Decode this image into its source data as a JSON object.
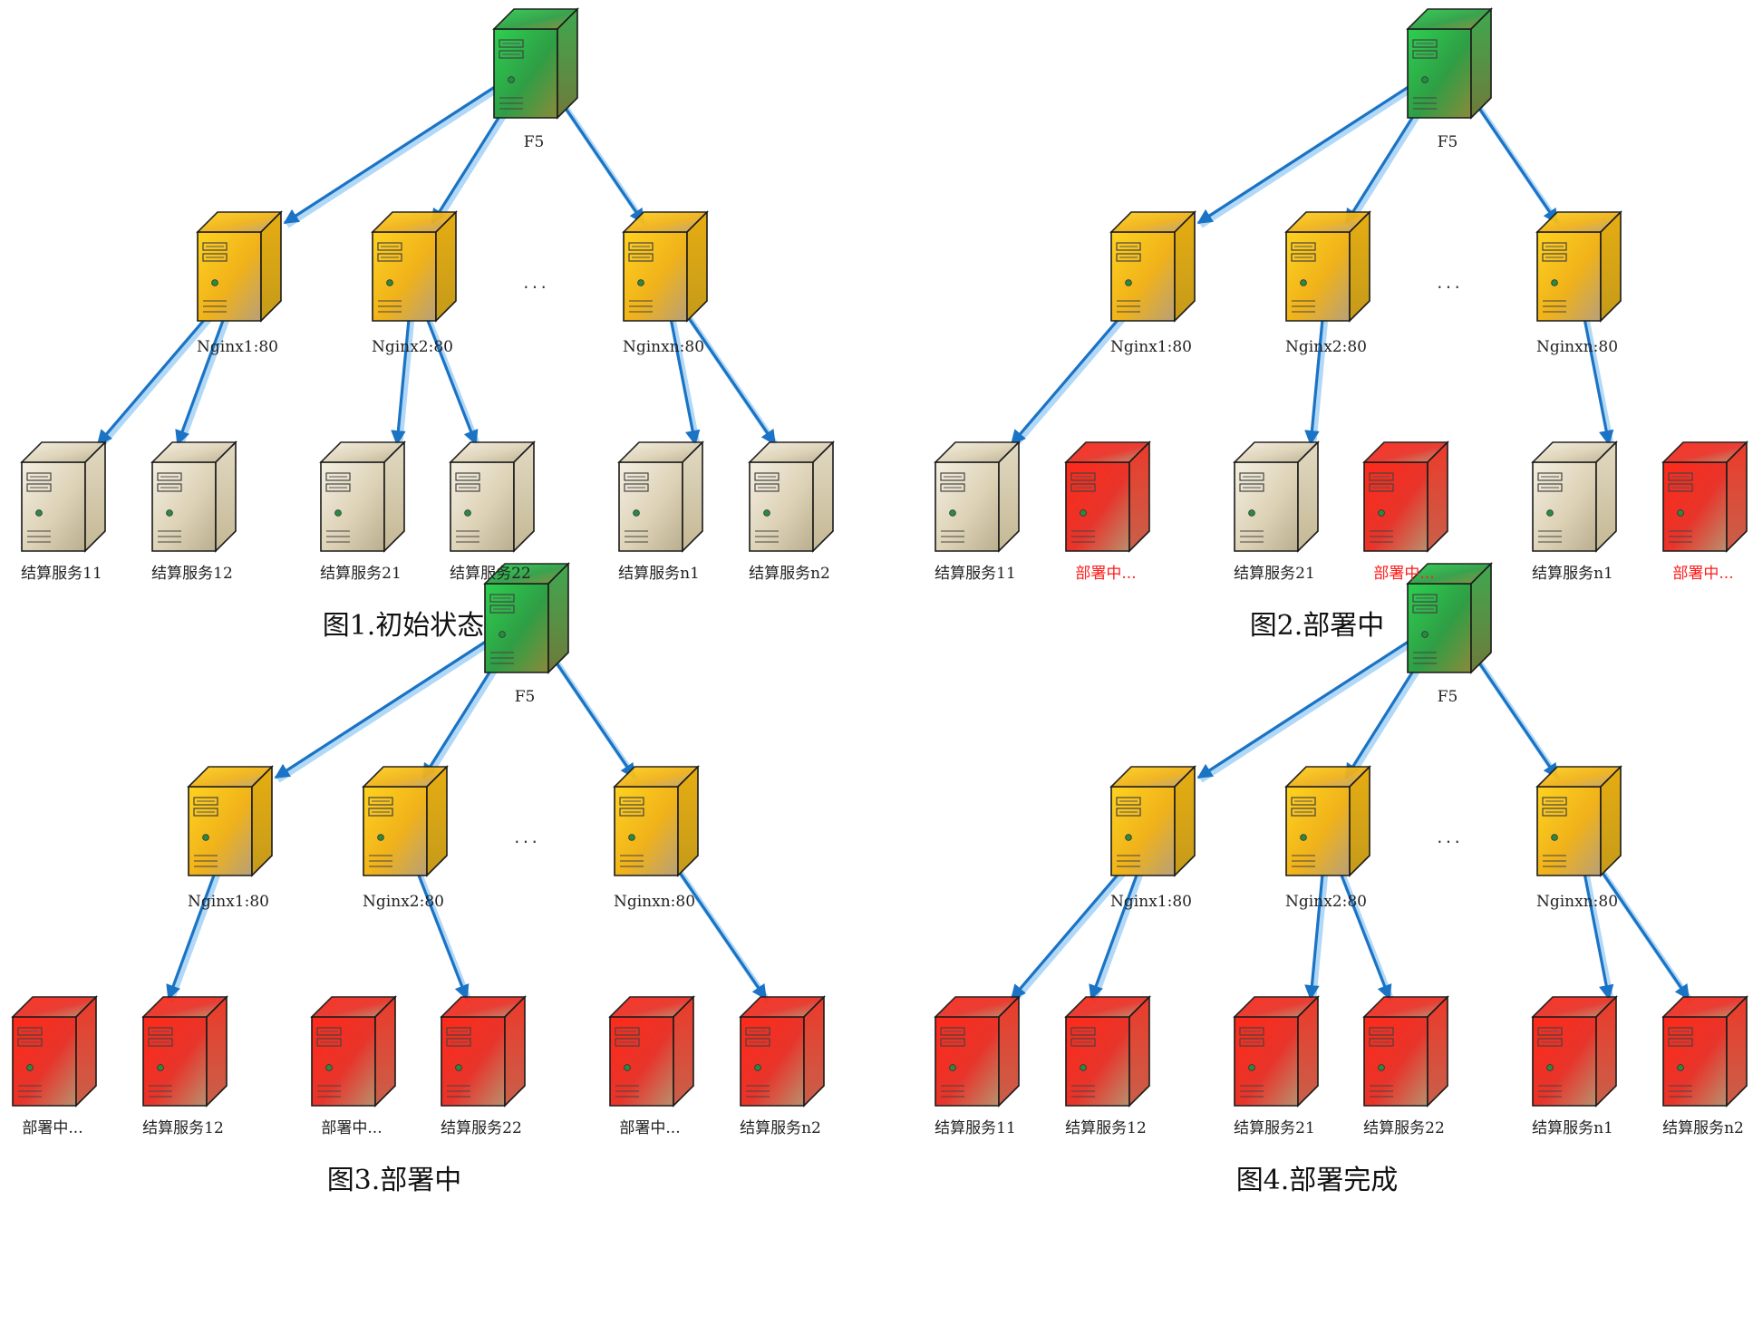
{
  "colors": {
    "f5": "#2fb24a",
    "nginx": "#f2b51a",
    "normal": "#d9cfb5",
    "deploying": "#e8241c",
    "edge": "#1a73c4",
    "deploying_label": "#ff1a1a"
  },
  "icon": "server-icon",
  "panels": [
    {
      "caption": "图1.初始状态",
      "f5_label": "F5",
      "ellipsis": "...",
      "nginx": [
        {
          "label": "Nginx1:80",
          "children": [
            {
              "label": "结算服务11",
              "state": "normal",
              "connected": true
            },
            {
              "label": "结算服务12",
              "state": "normal",
              "connected": true
            }
          ]
        },
        {
          "label": "Nginx2:80",
          "children": [
            {
              "label": "结算服务21",
              "state": "normal",
              "connected": true
            },
            {
              "label": "结算服务22",
              "state": "normal",
              "connected": true
            }
          ]
        },
        {
          "label": "Nginxn:80",
          "children": [
            {
              "label": "结算服务n1",
              "state": "normal",
              "connected": true
            },
            {
              "label": "结算服务n2",
              "state": "normal",
              "connected": true
            }
          ]
        }
      ]
    },
    {
      "caption": "图2.部署中",
      "f5_label": "F5",
      "ellipsis": "...",
      "nginx": [
        {
          "label": "Nginx1:80",
          "children": [
            {
              "label": "结算服务11",
              "state": "normal",
              "connected": true
            },
            {
              "label": "部署中...",
              "state": "deploying",
              "connected": false,
              "red_label": true
            }
          ]
        },
        {
          "label": "Nginx2:80",
          "children": [
            {
              "label": "结算服务21",
              "state": "normal",
              "connected": true
            },
            {
              "label": "部署中...",
              "state": "deploying",
              "connected": false,
              "red_label": true
            }
          ]
        },
        {
          "label": "Nginxn:80",
          "children": [
            {
              "label": "结算服务n1",
              "state": "normal",
              "connected": true
            },
            {
              "label": "部署中...",
              "state": "deploying",
              "connected": false,
              "red_label": true
            }
          ]
        }
      ]
    },
    {
      "caption": "图3.部署中",
      "f5_label": "F5",
      "ellipsis": "...",
      "nginx": [
        {
          "label": "Nginx1:80",
          "children": [
            {
              "label": "部署中...",
              "state": "deploying",
              "connected": false
            },
            {
              "label": "结算服务12",
              "state": "deploying",
              "connected": true
            }
          ]
        },
        {
          "label": "Nginx2:80",
          "children": [
            {
              "label": "部署中...",
              "state": "deploying",
              "connected": false
            },
            {
              "label": "结算服务22",
              "state": "deploying",
              "connected": true
            }
          ]
        },
        {
          "label": "Nginxn:80",
          "children": [
            {
              "label": "部署中...",
              "state": "deploying",
              "connected": false
            },
            {
              "label": "结算服务n2",
              "state": "deploying",
              "connected": true
            }
          ]
        }
      ]
    },
    {
      "caption": "图4.部署完成",
      "f5_label": "F5",
      "ellipsis": "...",
      "nginx": [
        {
          "label": "Nginx1:80",
          "children": [
            {
              "label": "结算服务11",
              "state": "deploying",
              "connected": true
            },
            {
              "label": "结算服务12",
              "state": "deploying",
              "connected": true
            }
          ]
        },
        {
          "label": "Nginx2:80",
          "children": [
            {
              "label": "结算服务21",
              "state": "deploying",
              "connected": true
            },
            {
              "label": "结算服务22",
              "state": "deploying",
              "connected": true
            }
          ]
        },
        {
          "label": "Nginxn:80",
          "children": [
            {
              "label": "结算服务n1",
              "state": "deploying",
              "connected": true
            },
            {
              "label": "结算服务n2",
              "state": "deploying",
              "connected": true
            }
          ]
        }
      ]
    }
  ]
}
